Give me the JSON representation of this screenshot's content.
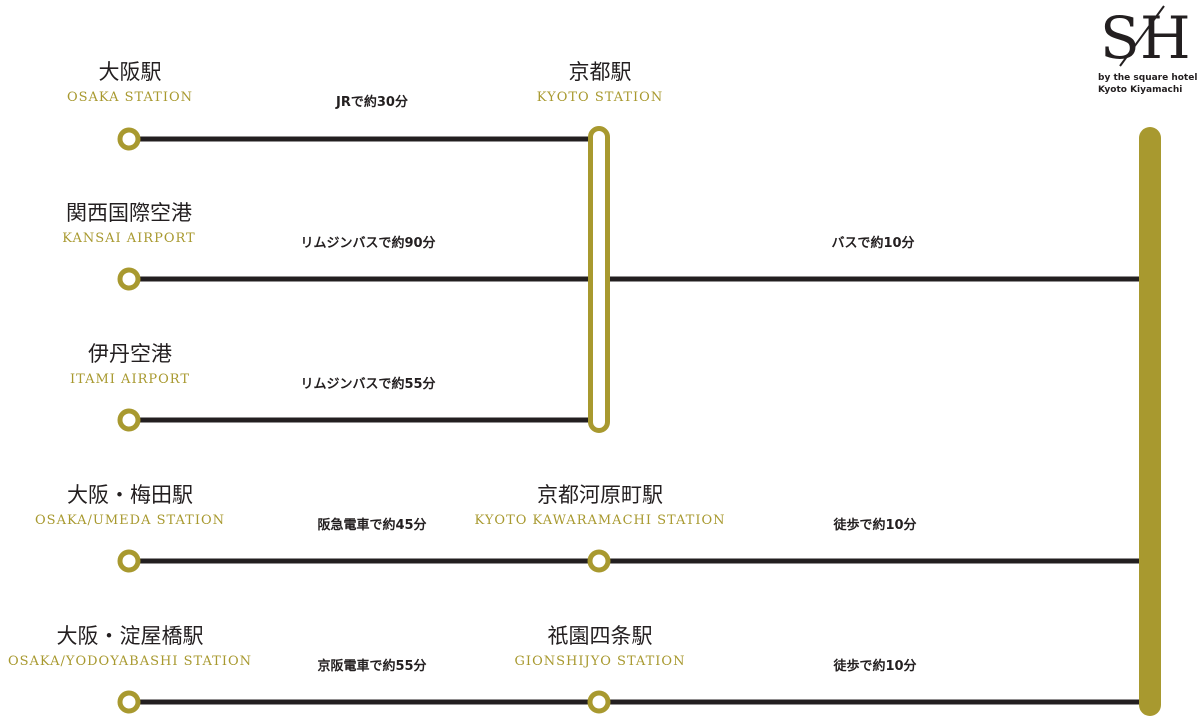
{
  "logo": {
    "mark_s": "S",
    "mark_h": "H",
    "sub_line1": "by the square hotel",
    "sub_line2": "Kyoto Kiyamachi"
  },
  "stations": {
    "osaka": {
      "jp": "大阪駅",
      "en": "OSAKA STATION"
    },
    "kansai": {
      "jp": "関西国際空港",
      "en": "KANSAI AIRPORT"
    },
    "itami": {
      "jp": "伊丹空港",
      "en": "ITAMI AIRPORT"
    },
    "umeda": {
      "jp": "大阪・梅田駅",
      "en": "OSAKA/UMEDA STATION"
    },
    "yodoyabashi": {
      "jp": "大阪・淀屋橋駅",
      "en": "OSAKA/YODOYABASHI STATION"
    },
    "kyoto": {
      "jp": "京都駅",
      "en": "KYOTO STATION"
    },
    "kawaramachi": {
      "jp": "京都河原町駅",
      "en": "KYOTO KAWARAMACHI STATION"
    },
    "gionshijyo": {
      "jp": "祇園四条駅",
      "en": "GIONSHIJYO STATION"
    }
  },
  "routes": {
    "osaka_kyoto": "JRで約30分",
    "kansai_kyoto": "リムジンバスで約90分",
    "itami_kyoto": "リムジンバスで約55分",
    "kyoto_hotel": "バスで約10分",
    "umeda_kawaramachi": "阪急電車で約45分",
    "kawaramachi_hotel": "徒歩で約10分",
    "yodoyabashi_gion": "京阪電車で約55分",
    "gion_hotel": "徒歩で約10分"
  },
  "colors": {
    "accent_gold": "#a8992f",
    "line_dark": "#231f20"
  }
}
